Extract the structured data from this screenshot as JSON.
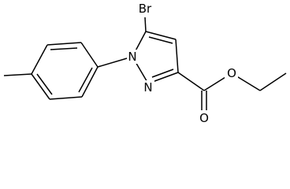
{
  "molecule": {
    "atoms": {
      "br": "Br",
      "n1": "N",
      "n2": "N",
      "o_carbonyl": "O",
      "o_ester": "O"
    }
  }
}
